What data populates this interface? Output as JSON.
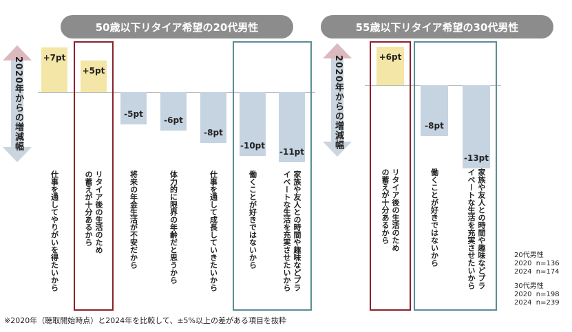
{
  "panel1_title": "50歳以下リタイア希望の20代男性",
  "panel2_title": "55歳以下リタイア希望の30代男性",
  "axis_label": "2020年からの増減幅",
  "chart_data": [
    {
      "type": "bar",
      "title": "50歳以下リタイア希望の20代男性",
      "ylabel": "2020年からの増減幅",
      "categories": [
        "仕事を通してやりがいを得たいから",
        "リタイア後の生活のための蓄えが十分あるから",
        "将来の年金生活が不安だから",
        "体力的に限界の年齢だと思うから",
        "仕事を通して成長していきたいから",
        "働くことが好きではないから",
        "家族や友人との時間や趣味などプライベートな生活を充実させたいから"
      ],
      "values": [
        7,
        5,
        -5,
        -6,
        -8,
        -10,
        -11
      ],
      "data_labels": [
        "+7pt",
        "+5pt",
        "-5pt",
        "-6pt",
        "-8pt",
        "-10pt",
        "-11pt"
      ],
      "highlight": [
        "none",
        "red",
        "none",
        "none",
        "none",
        "teal",
        "teal"
      ],
      "unit": "pt"
    },
    {
      "type": "bar",
      "title": "55歳以下リタイア希望の30代男性",
      "ylabel": "2020年からの増減幅",
      "categories": [
        "リタイア後の生活のための蓄えが十分あるから",
        "働くことが好きではないから",
        "家族や友人との時間や趣味などプライベートな生活を充実させたいから"
      ],
      "values": [
        6,
        -8,
        -13
      ],
      "data_labels": [
        "+6pt",
        "-8pt",
        "-13pt"
      ],
      "highlight": [
        "red",
        "teal",
        "teal"
      ],
      "unit": "pt"
    }
  ],
  "sample_notes": [
    "20代男性",
    "2020  n=136",
    "2024  n=174",
    "30代男性",
    "2020  n=198",
    "2024  n=239"
  ],
  "footnote": "※2020年（聴取開始時点）と2024年を比較して、±5%以上の差がある項目を抜粋",
  "colors": {
    "positive": "#f3e6a6",
    "negative": "#c6d4e2",
    "red_box": "#8b1f2c",
    "teal_box": "#5b8c96",
    "title_bg": "#8c8c8c",
    "arrow": "#bfcad6",
    "arrow_tip": "#dcb8bf"
  }
}
